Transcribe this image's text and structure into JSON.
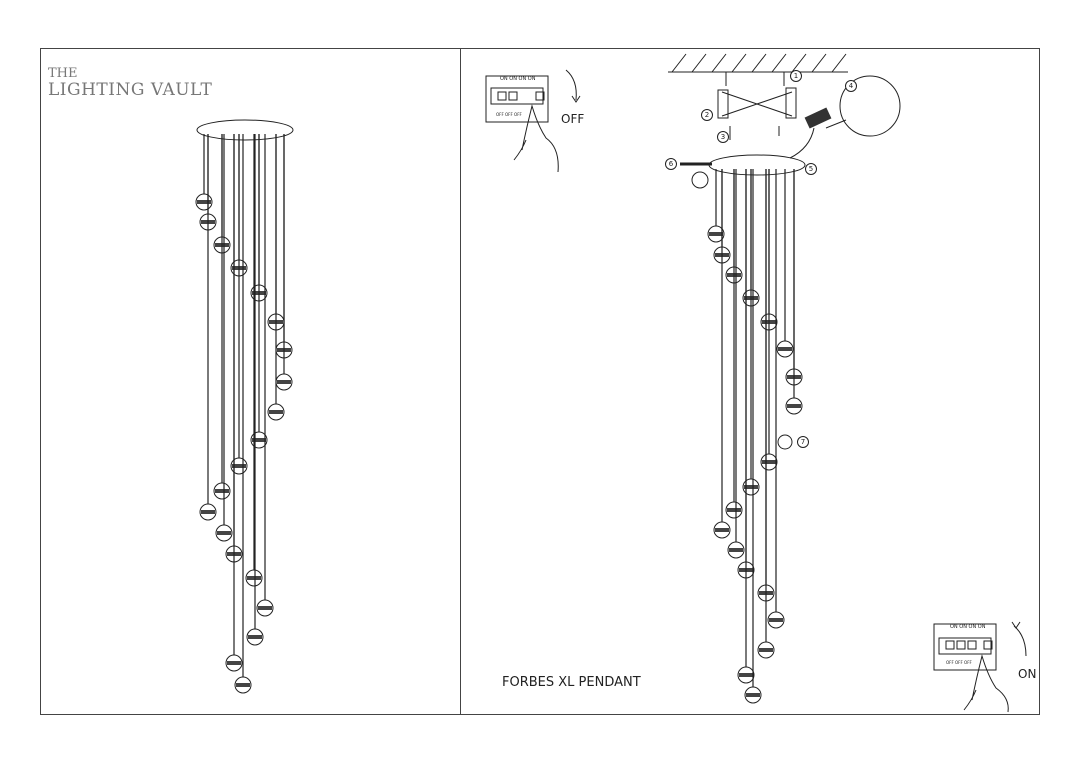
{
  "brand": {
    "line1": "THE",
    "line2": "LIGHTING VAULT"
  },
  "product_title": "FORBES XL PENDANT",
  "switch_off": {
    "label": "OFF",
    "switch_labels": "ON ON ON ON",
    "bottom_labels": "OFF OFF OFF"
  },
  "switch_on": {
    "label": "ON",
    "switch_labels": "ON ON ON ON",
    "bottom_labels": "OFF OFF OFF"
  },
  "steps": [
    "1",
    "2",
    "3",
    "4",
    "5",
    "6",
    "7"
  ]
}
